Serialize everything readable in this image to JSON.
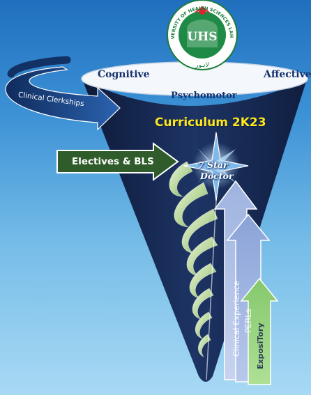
{
  "logo": {
    "abbreviation": "UHS",
    "arc_text": "UNIVERSITY OF HEALTH SCIENCES LAHORE",
    "urdu_text": "لاہور"
  },
  "domains": {
    "cognitive": "Cognitive",
    "affective": "Affective",
    "psychomotor": "Psychomotor"
  },
  "center": {
    "title": "Curriculum 2K23",
    "star_line1": "7 Star",
    "star_line2": "Doctor"
  },
  "left_arrows": {
    "clerkships": "Clinical Clerkships",
    "electives": "Electives & BLS"
  },
  "right_arrows": {
    "clinical_experience": "Clinical Experience",
    "perls": "PERLs",
    "expository": "ExposiTory"
  },
  "colors": {
    "curriculum_title": "#ffe71a",
    "cone_dark": "#14244a",
    "spiral": "#cfe2b7",
    "electives_arrow": "#2f5c2a",
    "clerkship_arrow": "#1c3f7a",
    "expository_arrow": "#95d17e",
    "clinical_arrow": "#aebfe4"
  }
}
